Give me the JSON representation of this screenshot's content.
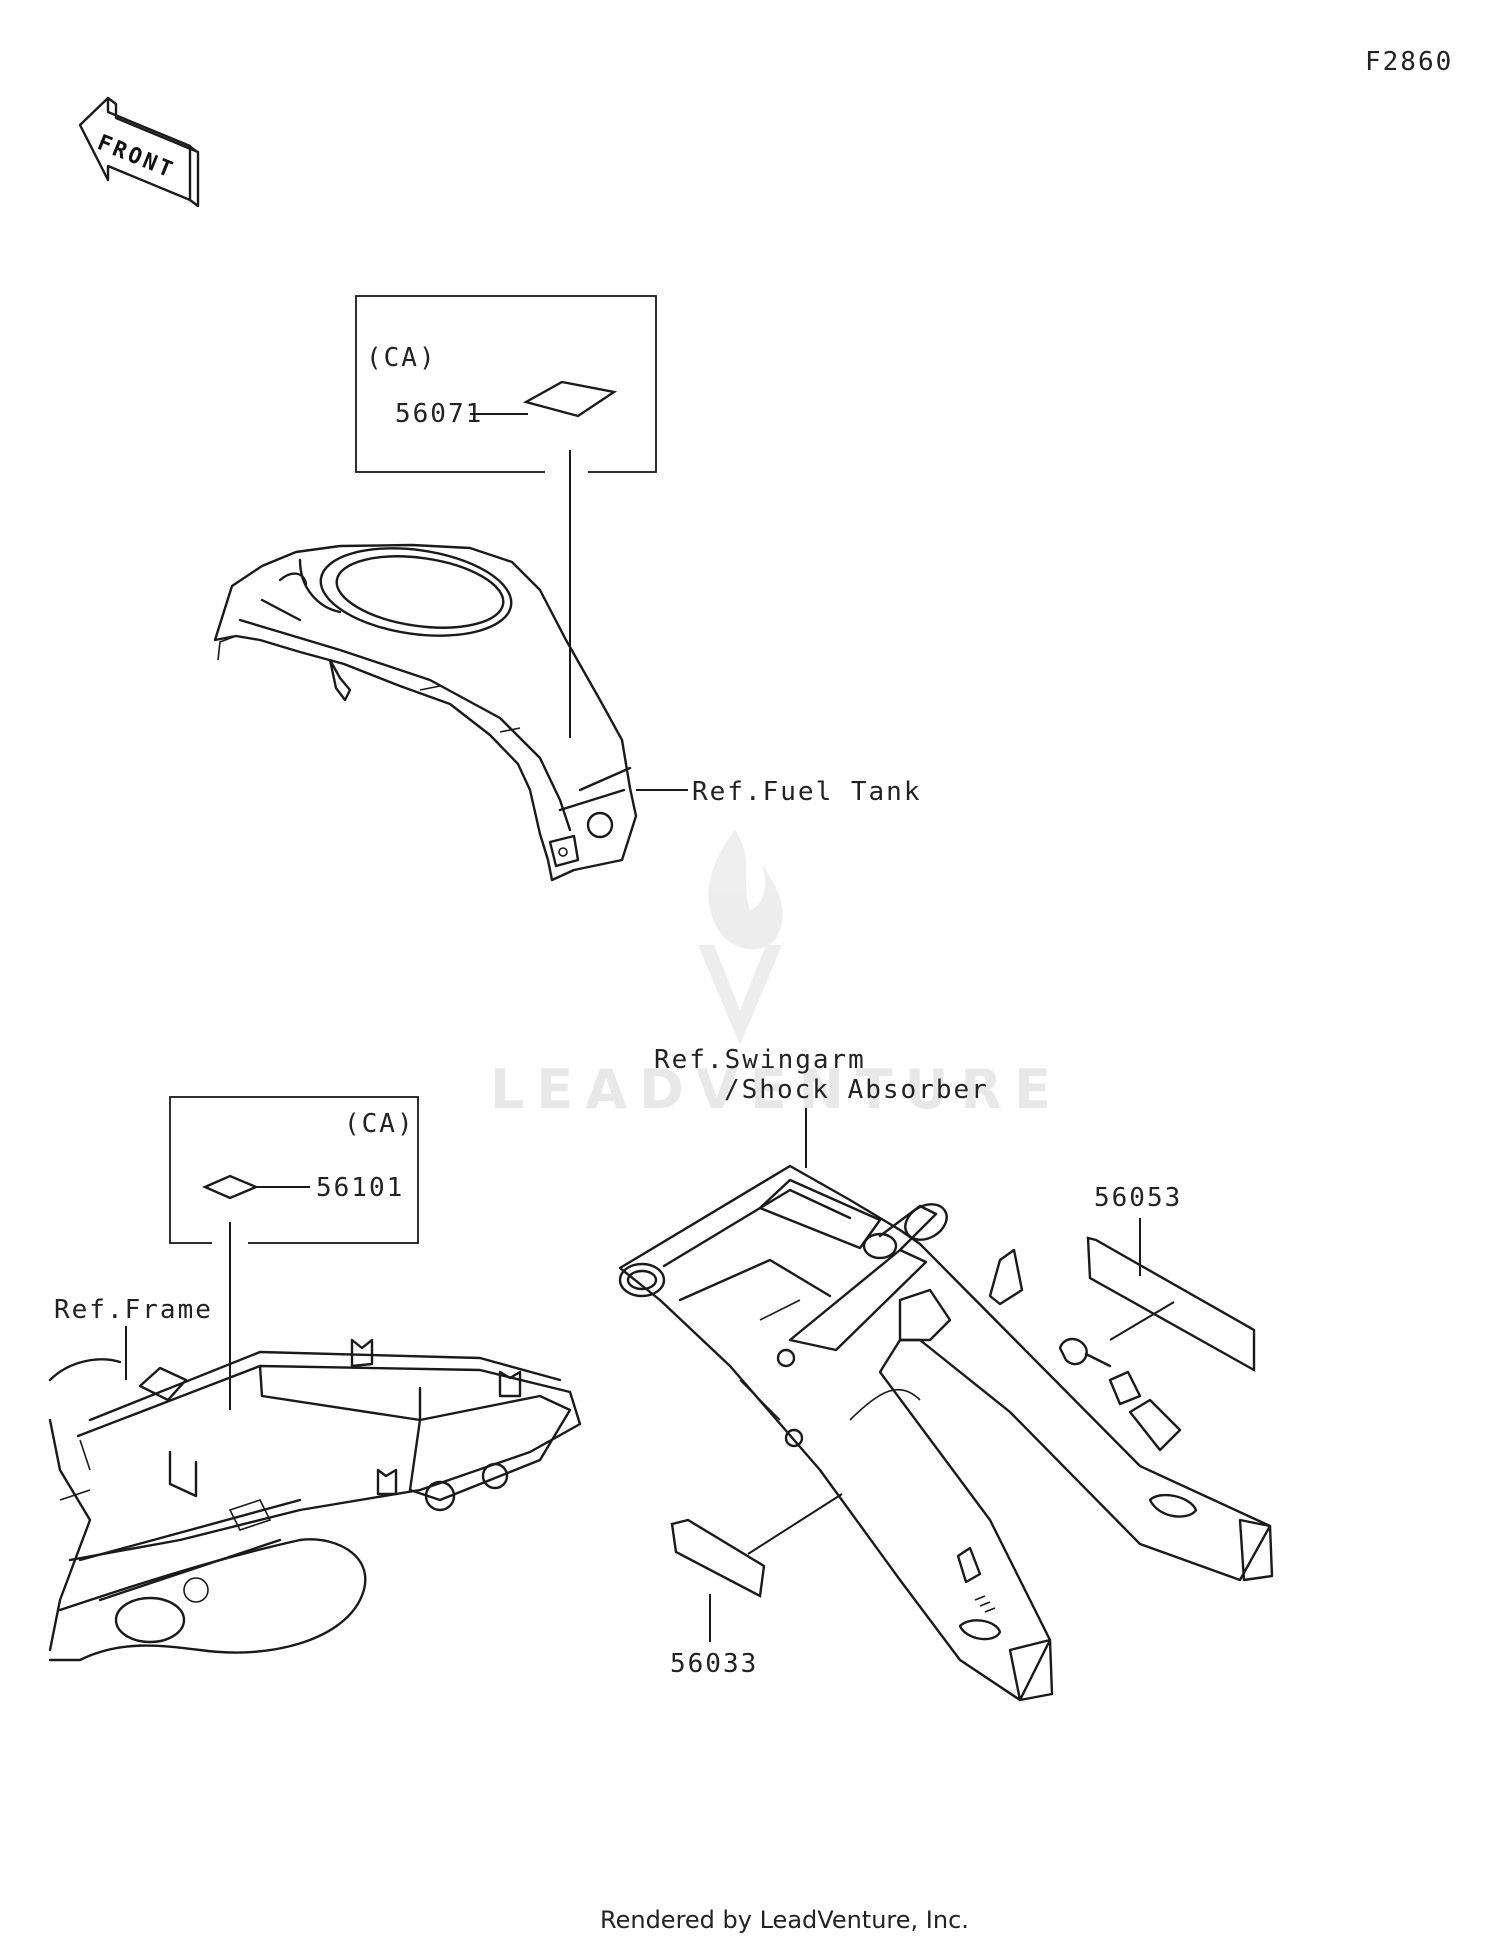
{
  "diagram": {
    "code": "F2860",
    "front_arrow_label": "FRONT",
    "box_region_top": "(CA)",
    "box_region_bottom": "(CA)",
    "parts": {
      "fuel_tank_decal": "56071",
      "frame_decal": "56101",
      "swingarm_decal_left": "56033",
      "swingarm_decal_right": "56053"
    },
    "references": {
      "fuel_tank": "Ref.Fuel Tank",
      "frame": "Ref.Frame",
      "swingarm_line1": "Ref.Swingarm",
      "swingarm_line2": "/Shock Absorber"
    }
  },
  "watermark": "LEADVENTURE",
  "footer": "Rendered by LeadVenture, Inc."
}
